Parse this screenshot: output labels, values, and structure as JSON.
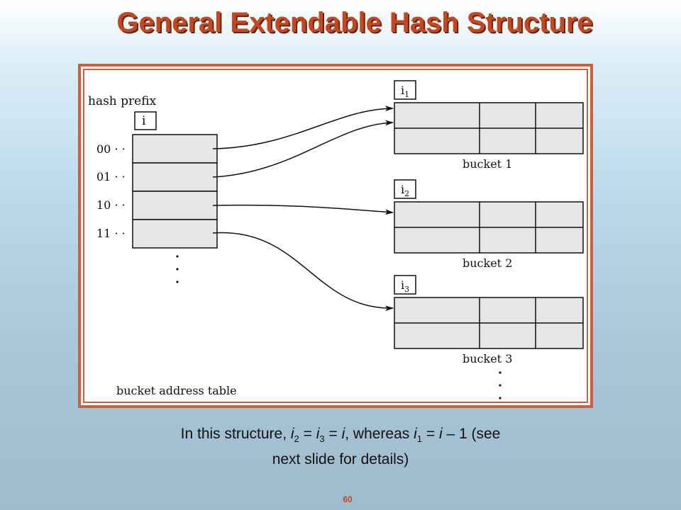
{
  "slide": {
    "title": "General Extendable Hash Structure",
    "page_number": "60"
  },
  "diagram": {
    "hash_prefix_label": "hash prefix",
    "table_depth_label": "i",
    "table_entries": [
      "00 · ·",
      "01 · ·",
      "10 · ·",
      "11 · ·"
    ],
    "table_continuation": ". . .",
    "table_label": "bucket address table",
    "buckets": [
      {
        "depth_base": "i",
        "depth_sub": "1",
        "label": "bucket 1"
      },
      {
        "depth_base": "i",
        "depth_sub": "2",
        "label": "bucket 2"
      },
      {
        "depth_base": "i",
        "depth_sub": "3",
        "label": "bucket 3"
      }
    ],
    "bucket_continuation": ". . .",
    "pointers": [
      {
        "from": "00 · ·",
        "to": "bucket 1"
      },
      {
        "from": "01 · ·",
        "to": "bucket 1"
      },
      {
        "from": "10 · ·",
        "to": "bucket 2"
      },
      {
        "from": "11 · ·",
        "to": "bucket 3"
      }
    ]
  },
  "caption": {
    "t1": "In this structure, ",
    "v1": "i",
    "s1": "2",
    "t2": " = ",
    "v2": "i",
    "s2": "3",
    "t3": " = ",
    "v3": "i",
    "t4": ", whereas ",
    "v4": "i",
    "s3": "1",
    "t5": " = ",
    "v5": "i",
    "t6": " – 1 (see",
    "line2": "next slide for details)"
  }
}
